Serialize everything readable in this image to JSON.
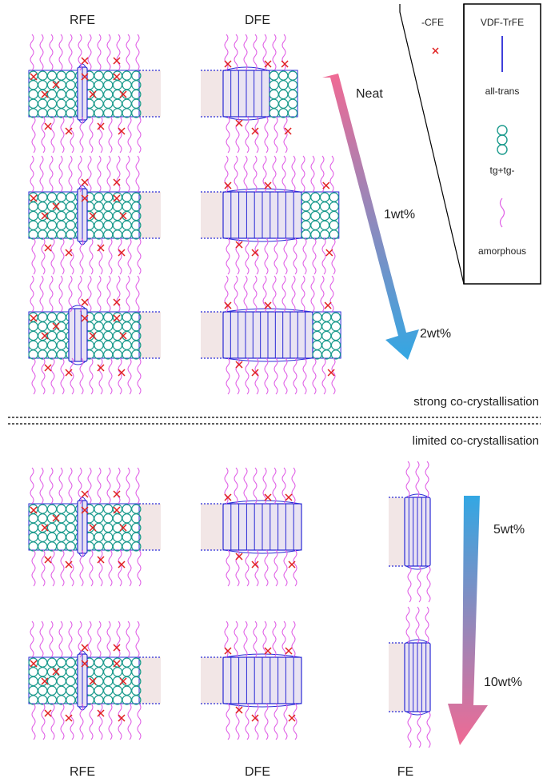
{
  "columns": {
    "top": [
      "RFE",
      "DFE"
    ],
    "bottom": [
      "RFE",
      "DFE",
      "FE"
    ]
  },
  "legend": {
    "cfe_label": "-CFE",
    "vdf_label": "VDF-TrFE",
    "all_trans_label": "all-trans",
    "tg_label": "tg+tg-",
    "amorphous_label": "amorphous"
  },
  "arrow_top": {
    "labels": [
      "Neat",
      "1wt%",
      "2wt%"
    ],
    "gradient_start": "#f06a94",
    "gradient_end": "#33a7e3"
  },
  "arrow_bottom": {
    "labels": [
      "5wt%",
      "10wt%"
    ],
    "gradient_start": "#33a7e3",
    "gradient_end": "#f06a94"
  },
  "divider": {
    "above_label": "strong co-crystallisation",
    "below_label": "limited co-crystallisation"
  },
  "colors": {
    "tg_circle": "#1a9a8c",
    "all_trans_line": "#2a2ad6",
    "amorphous_chain": "#e060e6",
    "cfe_mark": "#e02020",
    "shade": "#f2e6e6",
    "frame": "#000000"
  }
}
